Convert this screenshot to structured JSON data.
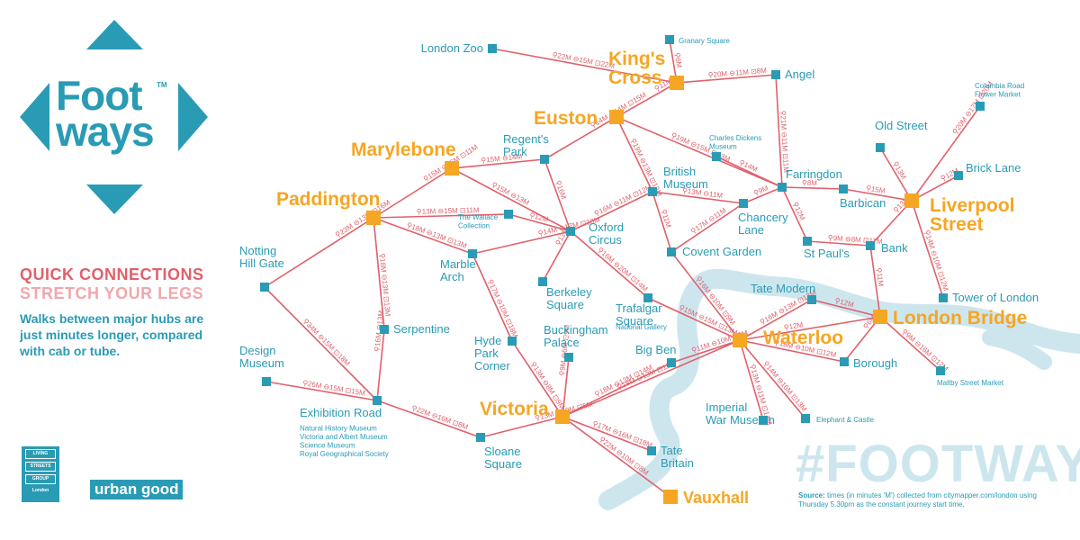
{
  "logo": {
    "title_line1": "Foot",
    "title_line2": "ways",
    "tm": "TM"
  },
  "panel": {
    "heading1": "QUICK CONNECTIONS",
    "heading2": "STRETCH YOUR LEGS",
    "body": "Walks between major hubs are just minutes longer, compared with cab or tube."
  },
  "badges": {
    "living_streets": [
      "LIVING",
      "STREETS",
      "GROUP",
      "London"
    ],
    "urban_good": "urban good"
  },
  "hashtag": "#FOOTWAYS",
  "source": {
    "label": "Source:",
    "text": "times (in minutes 'M') collected from citymapper.com/london using Thursday 5.30pm as the constant journey start time."
  },
  "colors": {
    "river": "#cde6ee",
    "route": "#e0606b",
    "station": "#2a9bb5",
    "hub": "#f5a623"
  },
  "hubs": [
    {
      "id": "kings_cross",
      "line1": "King's",
      "line2": "Cross"
    },
    {
      "id": "euston",
      "line1": "Euston"
    },
    {
      "id": "marylebone",
      "line1": "Marylebone"
    },
    {
      "id": "paddington",
      "line1": "Paddington"
    },
    {
      "id": "liverpool_street",
      "line1": "Liverpool",
      "line2": "Street"
    },
    {
      "id": "london_bridge",
      "line1": "London Bridge"
    },
    {
      "id": "waterloo",
      "line1": "Waterloo"
    },
    {
      "id": "victoria",
      "line1": "Victoria"
    },
    {
      "id": "vauxhall",
      "line1": "Vauxhall"
    }
  ],
  "stations": [
    {
      "id": "london_zoo",
      "lines": [
        "London Zoo"
      ]
    },
    {
      "id": "granary_square",
      "lines": [
        "Granary Square"
      ]
    },
    {
      "id": "angel",
      "lines": [
        "Angel"
      ]
    },
    {
      "id": "columbia_road",
      "lines": [
        "Columbia Road",
        "Flower Market"
      ]
    },
    {
      "id": "old_street",
      "lines": [
        "Old Street"
      ]
    },
    {
      "id": "brick_lane",
      "lines": [
        "Brick Lane"
      ]
    },
    {
      "id": "regents_park",
      "lines": [
        "Regent's",
        "Park"
      ]
    },
    {
      "id": "charles_dickens",
      "lines": [
        "Charles Dickens",
        "Museum"
      ]
    },
    {
      "id": "farringdon",
      "lines": [
        "Farringdon"
      ]
    },
    {
      "id": "barbican",
      "lines": [
        "Barbican"
      ]
    },
    {
      "id": "british_museum",
      "lines": [
        "British",
        "Museum"
      ]
    },
    {
      "id": "chancery_lane",
      "lines": [
        "Chancery",
        "Lane"
      ]
    },
    {
      "id": "wallace",
      "lines": [
        "The Wallace",
        "Collection"
      ]
    },
    {
      "id": "oxford_circus",
      "lines": [
        "Oxford",
        "Circus"
      ]
    },
    {
      "id": "covent_garden",
      "lines": [
        "Covent Garden"
      ]
    },
    {
      "id": "st_pauls",
      "lines": [
        "St Paul's"
      ]
    },
    {
      "id": "bank",
      "lines": [
        "Bank"
      ]
    },
    {
      "id": "tower_of_london",
      "lines": [
        "Tower of London"
      ]
    },
    {
      "id": "notting_hill",
      "lines": [
        "Notting",
        "Hill Gate"
      ]
    },
    {
      "id": "marble_arch",
      "lines": [
        "Marble",
        "Arch"
      ]
    },
    {
      "id": "berkeley_square",
      "lines": [
        "Berkeley",
        "Square"
      ]
    },
    {
      "id": "trafalgar_square",
      "lines": [
        "Trafalgar",
        "Square",
        "National Gallery"
      ]
    },
    {
      "id": "tate_modern",
      "lines": [
        "Tate Modern"
      ]
    },
    {
      "id": "serpentine",
      "lines": [
        "Serpentine"
      ]
    },
    {
      "id": "design_museum",
      "lines": [
        "Design",
        "Museum"
      ]
    },
    {
      "id": "hyde_park_corner",
      "lines": [
        "Hyde",
        "Park",
        "Corner"
      ]
    },
    {
      "id": "buckingham_palace",
      "lines": [
        "Buckingham",
        "Palace"
      ]
    },
    {
      "id": "big_ben",
      "lines": [
        "Big Ben"
      ]
    },
    {
      "id": "borough",
      "lines": [
        "Borough"
      ]
    },
    {
      "id": "maltby_street",
      "lines": [
        "Maltby Street Market"
      ]
    },
    {
      "id": "exhibition_road",
      "lines": [
        "Exhibition Road",
        "Natural History Museum",
        "Victoria and Albert Museum",
        "Science Museum",
        "Royal Geographical Society"
      ]
    },
    {
      "id": "imperial_war",
      "lines": [
        "Imperial",
        "War Museum"
      ]
    },
    {
      "id": "elephant_castle",
      "lines": [
        "Elephant & Castle"
      ]
    },
    {
      "id": "sloane_square",
      "lines": [
        "Sloane",
        "Square"
      ]
    },
    {
      "id": "tate_britain",
      "lines": [
        "Tate",
        "Britain"
      ]
    }
  ],
  "routes": [
    {
      "from": "london_zoo",
      "to": "kings_cross",
      "walk": "22M",
      "cab": "15M",
      "tube": "22M"
    },
    {
      "from": "granary_square",
      "to": "kings_cross",
      "walk": "6M"
    },
    {
      "from": "kings_cross",
      "to": "angel",
      "walk": "20M",
      "cab": "11M",
      "tube": "8M"
    },
    {
      "from": "kings_cross",
      "to": "euston",
      "walk": "11M"
    },
    {
      "from": "angel",
      "to": "farringdon",
      "walk": "21M",
      "cab": "11M",
      "tube": "11M"
    },
    {
      "from": "euston",
      "to": "farringdon",
      "walk": "19M",
      "cab": "15M",
      "tube": "13M"
    },
    {
      "from": "euston",
      "to": "regents_park",
      "walk": "14M",
      "cab": "14M",
      "tube": "15M"
    },
    {
      "from": "euston",
      "to": "british_museum",
      "walk": "19M",
      "cab": "13M",
      "tube": "13M"
    },
    {
      "from": "marylebone",
      "to": "regents_park",
      "walk": "15M",
      "cab": "14M"
    },
    {
      "from": "marylebone",
      "to": "paddington",
      "walk": "15M",
      "cab": "16M",
      "tube": "11M"
    },
    {
      "from": "marylebone",
      "to": "oxford_circus",
      "walk": "15M",
      "cab": "13M"
    },
    {
      "from": "regents_park",
      "to": "oxford_circus",
      "walk": "16M"
    },
    {
      "from": "wallace",
      "to": "oxford_circus",
      "walk": "12M"
    },
    {
      "from": "charles_dickens",
      "to": "farringdon",
      "walk": "14M"
    },
    {
      "from": "farringdon",
      "to": "barbican",
      "walk": "8M"
    },
    {
      "from": "farringdon",
      "to": "st_pauls",
      "walk": "12M"
    },
    {
      "from": "barbican",
      "to": "liverpool_street",
      "walk": "15M"
    },
    {
      "from": "old_street",
      "to": "liverpool_street",
      "walk": "13M"
    },
    {
      "from": "columbia_road",
      "to": "liverpool_street",
      "walk": "20M",
      "cab": "17M",
      "tube": "20M"
    },
    {
      "from": "brick_lane",
      "to": "liverpool_street",
      "walk": "12M"
    },
    {
      "from": "liverpool_street",
      "to": "bank",
      "walk": "13M"
    },
    {
      "from": "liverpool_street",
      "to": "tower_of_london",
      "walk": "14M",
      "cab": "10M",
      "tube": "12M"
    },
    {
      "from": "st_pauls",
      "to": "bank",
      "walk": "9M",
      "cab": "8M",
      "tube": "11M"
    },
    {
      "from": "bank",
      "to": "london_bridge",
      "walk": "11M"
    },
    {
      "from": "british_museum",
      "to": "chancery_lane",
      "walk": "13M",
      "cab": "11M"
    },
    {
      "from": "chancery_lane",
      "to": "farringdon",
      "walk": "9M"
    },
    {
      "from": "oxford_circus",
      "to": "british_museum",
      "walk": "16M",
      "cab": "11M",
      "tube": "12M"
    },
    {
      "from": "oxford_circus",
      "to": "berkeley_square",
      "walk": "12M"
    },
    {
      "from": "oxford_circus",
      "to": "marble_arch",
      "walk": "14M",
      "cab": "17M",
      "tube": "10M"
    },
    {
      "from": "oxford_circus",
      "to": "trafalgar_square",
      "walk": "16M",
      "cab": "20M",
      "tube": "14M"
    },
    {
      "from": "british_museum",
      "to": "covent_garden",
      "walk": "11M"
    },
    {
      "from": "covent_garden",
      "to": "chancery_lane",
      "walk": "17M",
      "cab": "11M"
    },
    {
      "from": "covent_garden",
      "to": "waterloo",
      "walk": "16M",
      "cab": "10M",
      "tube": "9M"
    },
    {
      "from": "paddington",
      "to": "notting_hill",
      "walk": "23M",
      "cab": "13M",
      "tube": "16M"
    },
    {
      "from": "paddington",
      "to": "marble_arch",
      "walk": "18M",
      "cab": "13M",
      "tube": "13M"
    },
    {
      "from": "paddington",
      "to": "serpentine",
      "walk": "18M",
      "cab": "13M",
      "tube": "13M"
    },
    {
      "from": "paddington",
      "to": "wallace",
      "walk": "13M",
      "cab": "15M",
      "tube": "11M"
    },
    {
      "from": "marble_arch",
      "to": "hyde_park_corner",
      "walk": "17M",
      "cab": "10M",
      "tube": "18M"
    },
    {
      "from": "trafalgar_square",
      "to": "waterloo",
      "walk": "15M",
      "cab": "15M",
      "tube": "13M"
    },
    {
      "from": "waterloo",
      "to": "tate_modern",
      "walk": "16M",
      "cab": "13M",
      "tube": "13M"
    },
    {
      "from": "waterloo",
      "to": "london_bridge",
      "walk": "12M"
    },
    {
      "from": "waterloo",
      "to": "borough",
      "walk": "18M",
      "cab": "10M",
      "tube": "12M"
    },
    {
      "from": "waterloo",
      "to": "imperial_war",
      "walk": "13M",
      "cab": "11M",
      "tube": "14M"
    },
    {
      "from": "waterloo",
      "to": "elephant_castle",
      "walk": "14M",
      "cab": "16M",
      "tube": "13M"
    },
    {
      "from": "tate_modern",
      "to": "london_bridge",
      "walk": "12M"
    },
    {
      "from": "london_bridge",
      "to": "borough",
      "walk": "6M"
    },
    {
      "from": "london_bridge",
      "to": "maltby_street",
      "walk": "9M",
      "cab": "16M",
      "tube": "12M"
    },
    {
      "from": "notting_hill",
      "to": "exhibition_road",
      "walk": "34M",
      "cab": "15M",
      "tube": "18M"
    },
    {
      "from": "serpentine",
      "to": "exhibition_road",
      "walk": "16M",
      "cab": "13M"
    },
    {
      "from": "design_museum",
      "to": "exhibition_road",
      "walk": "26M",
      "cab": "15M",
      "tube": "15M"
    },
    {
      "from": "exhibition_road",
      "to": "sloane_square",
      "walk": "22M",
      "cab": "16M",
      "tube": "8M"
    },
    {
      "from": "hyde_park_corner",
      "to": "victoria",
      "walk": "13M",
      "cab": "8M",
      "tube": "9M"
    },
    {
      "from": "buckingham_palace",
      "to": "victoria",
      "walk": "9M",
      "cab": "6M",
      "tube": "9M"
    },
    {
      "from": "victoria",
      "to": "big_ben",
      "walk": "18M",
      "cab": "13M",
      "tube": "14M"
    },
    {
      "from": "big_ben",
      "to": "waterloo",
      "walk": "11M",
      "cab": "10M",
      "tube": "9M"
    },
    {
      "from": "victoria",
      "to": "waterloo",
      "walk": "18M",
      "cab": "13M",
      "tube": "11M"
    },
    {
      "from": "victoria",
      "to": "sloane_square",
      "walk": "13M",
      "cab": "13M",
      "tube": "5M"
    },
    {
      "from": "victoria",
      "to": "tate_britain",
      "walk": "17M",
      "cab": "16M",
      "tube": "18M"
    },
    {
      "from": "victoria",
      "to": "vauxhall",
      "walk": "22M",
      "cab": "10M",
      "tube": "8M"
    }
  ]
}
